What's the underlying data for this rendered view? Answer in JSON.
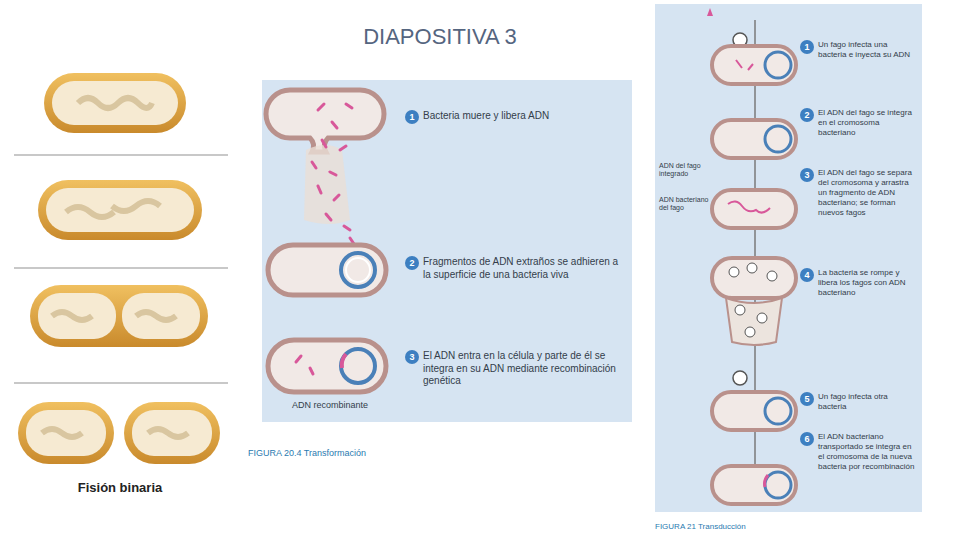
{
  "diagram": {
    "title": "DIAPOSITIVA 3",
    "nodes": [
      {
        "text": [
          "1",
          "Bacteria muere y libera ADN"
        ]
      },
      {
        "text": [
          "2",
          "Fragmentos de ADN extraños se adhieren a la superficie de una bacteria viva"
        ]
      },
      {
        "text": [
          "3",
          "El ADN entra en la célula y parte de él se integra en su ADN mediante recombinación genética"
        ]
      },
      {
        "text": [
          "1",
          "Un fago infecta una bacteria e inyecta su ADN"
        ]
      },
      {
        "text": [
          "2",
          "El ADN del fago se integra en el cromosoma bacteriano"
        ]
      },
      {
        "text": [
          "3",
          "El ADN del fago se separa del cromosoma y arrastra un fragmento de ADN bacteriano; se forman nuevos fagos"
        ]
      },
      {
        "text": [
          "4",
          "La bacteria se rompe y libera los fagos con ADN bacteriano"
        ]
      },
      {
        "text": [
          "5",
          "Un fago infecta otra bacteria"
        ]
      },
      {
        "text": [
          "6",
          "El ADN bacteriano transportado se integra en el cromosoma de la nueva bacteria por recombinación"
        ]
      }
    ],
    "labels": [
      "Fisión binaria",
      "ADN recombinante",
      "FIGURA 20.4 Transformación",
      "ADN del fago integrado",
      "ADN bacteriano del fago",
      "FIGURA 21 Transducción"
    ]
  }
}
